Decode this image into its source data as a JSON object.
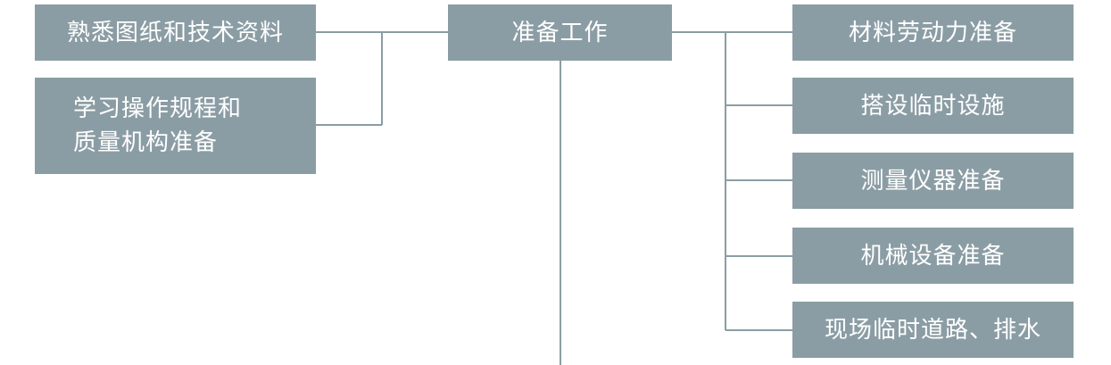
{
  "center": {
    "label": "准备工作"
  },
  "left_nodes": [
    {
      "label": "熟悉图纸和技术资料"
    },
    {
      "lines": [
        "学习操作规程和",
        "质量机构准备"
      ]
    }
  ],
  "right_nodes": [
    {
      "label": "材料劳动力准备"
    },
    {
      "label": "搭设临时设施"
    },
    {
      "label": "测量仪器准备"
    },
    {
      "label": "机械设备准备"
    },
    {
      "label": "现场临时道路、排水"
    }
  ],
  "colors": {
    "box_fill": "#8b9da4",
    "box_text": "#ffffff",
    "connector": "#8b9da4"
  }
}
